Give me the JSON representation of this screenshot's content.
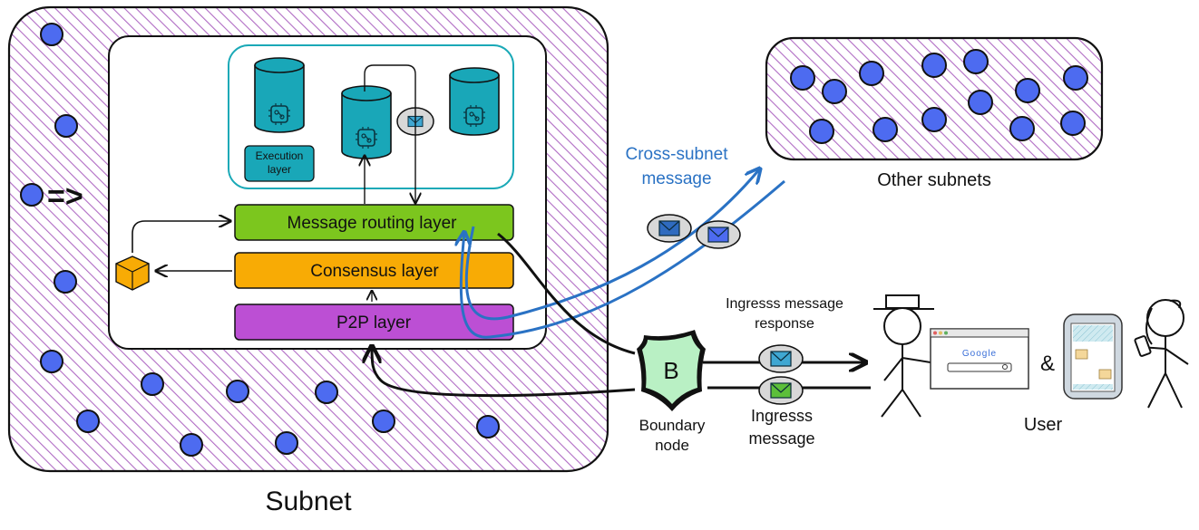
{
  "subnet": {
    "label": "Subnet"
  },
  "other_subnets": {
    "label": "Other subnets"
  },
  "execution": {
    "label_line1": "Execution",
    "label_line2": "layer"
  },
  "layers": {
    "message_routing": "Message routing layer",
    "consensus": "Consensus layer",
    "p2p": "P2P layer"
  },
  "cross_subnet": {
    "line1": "Cross-subnet",
    "line2": "message"
  },
  "boundary": {
    "badge": "B",
    "line1": "Boundary",
    "line2": "node"
  },
  "ingress": {
    "line1": "Ingresss",
    "line2": "message"
  },
  "ingress_response": {
    "line1": "Ingresss message",
    "line2": "response"
  },
  "user": {
    "label": "User",
    "ampersand": "&"
  },
  "browser": {
    "search_text": "Google"
  },
  "arrow_glyph": "=>",
  "colors": {
    "node": "#4d6bf0",
    "hatch": "#b06cc4",
    "canister": "#19a7b8",
    "routing": "#7cc61e",
    "consensus": "#f8ab05",
    "p2p": "#bc4fd4",
    "cross_arrow": "#2a72c4",
    "boundary": "#b9f0c4"
  }
}
